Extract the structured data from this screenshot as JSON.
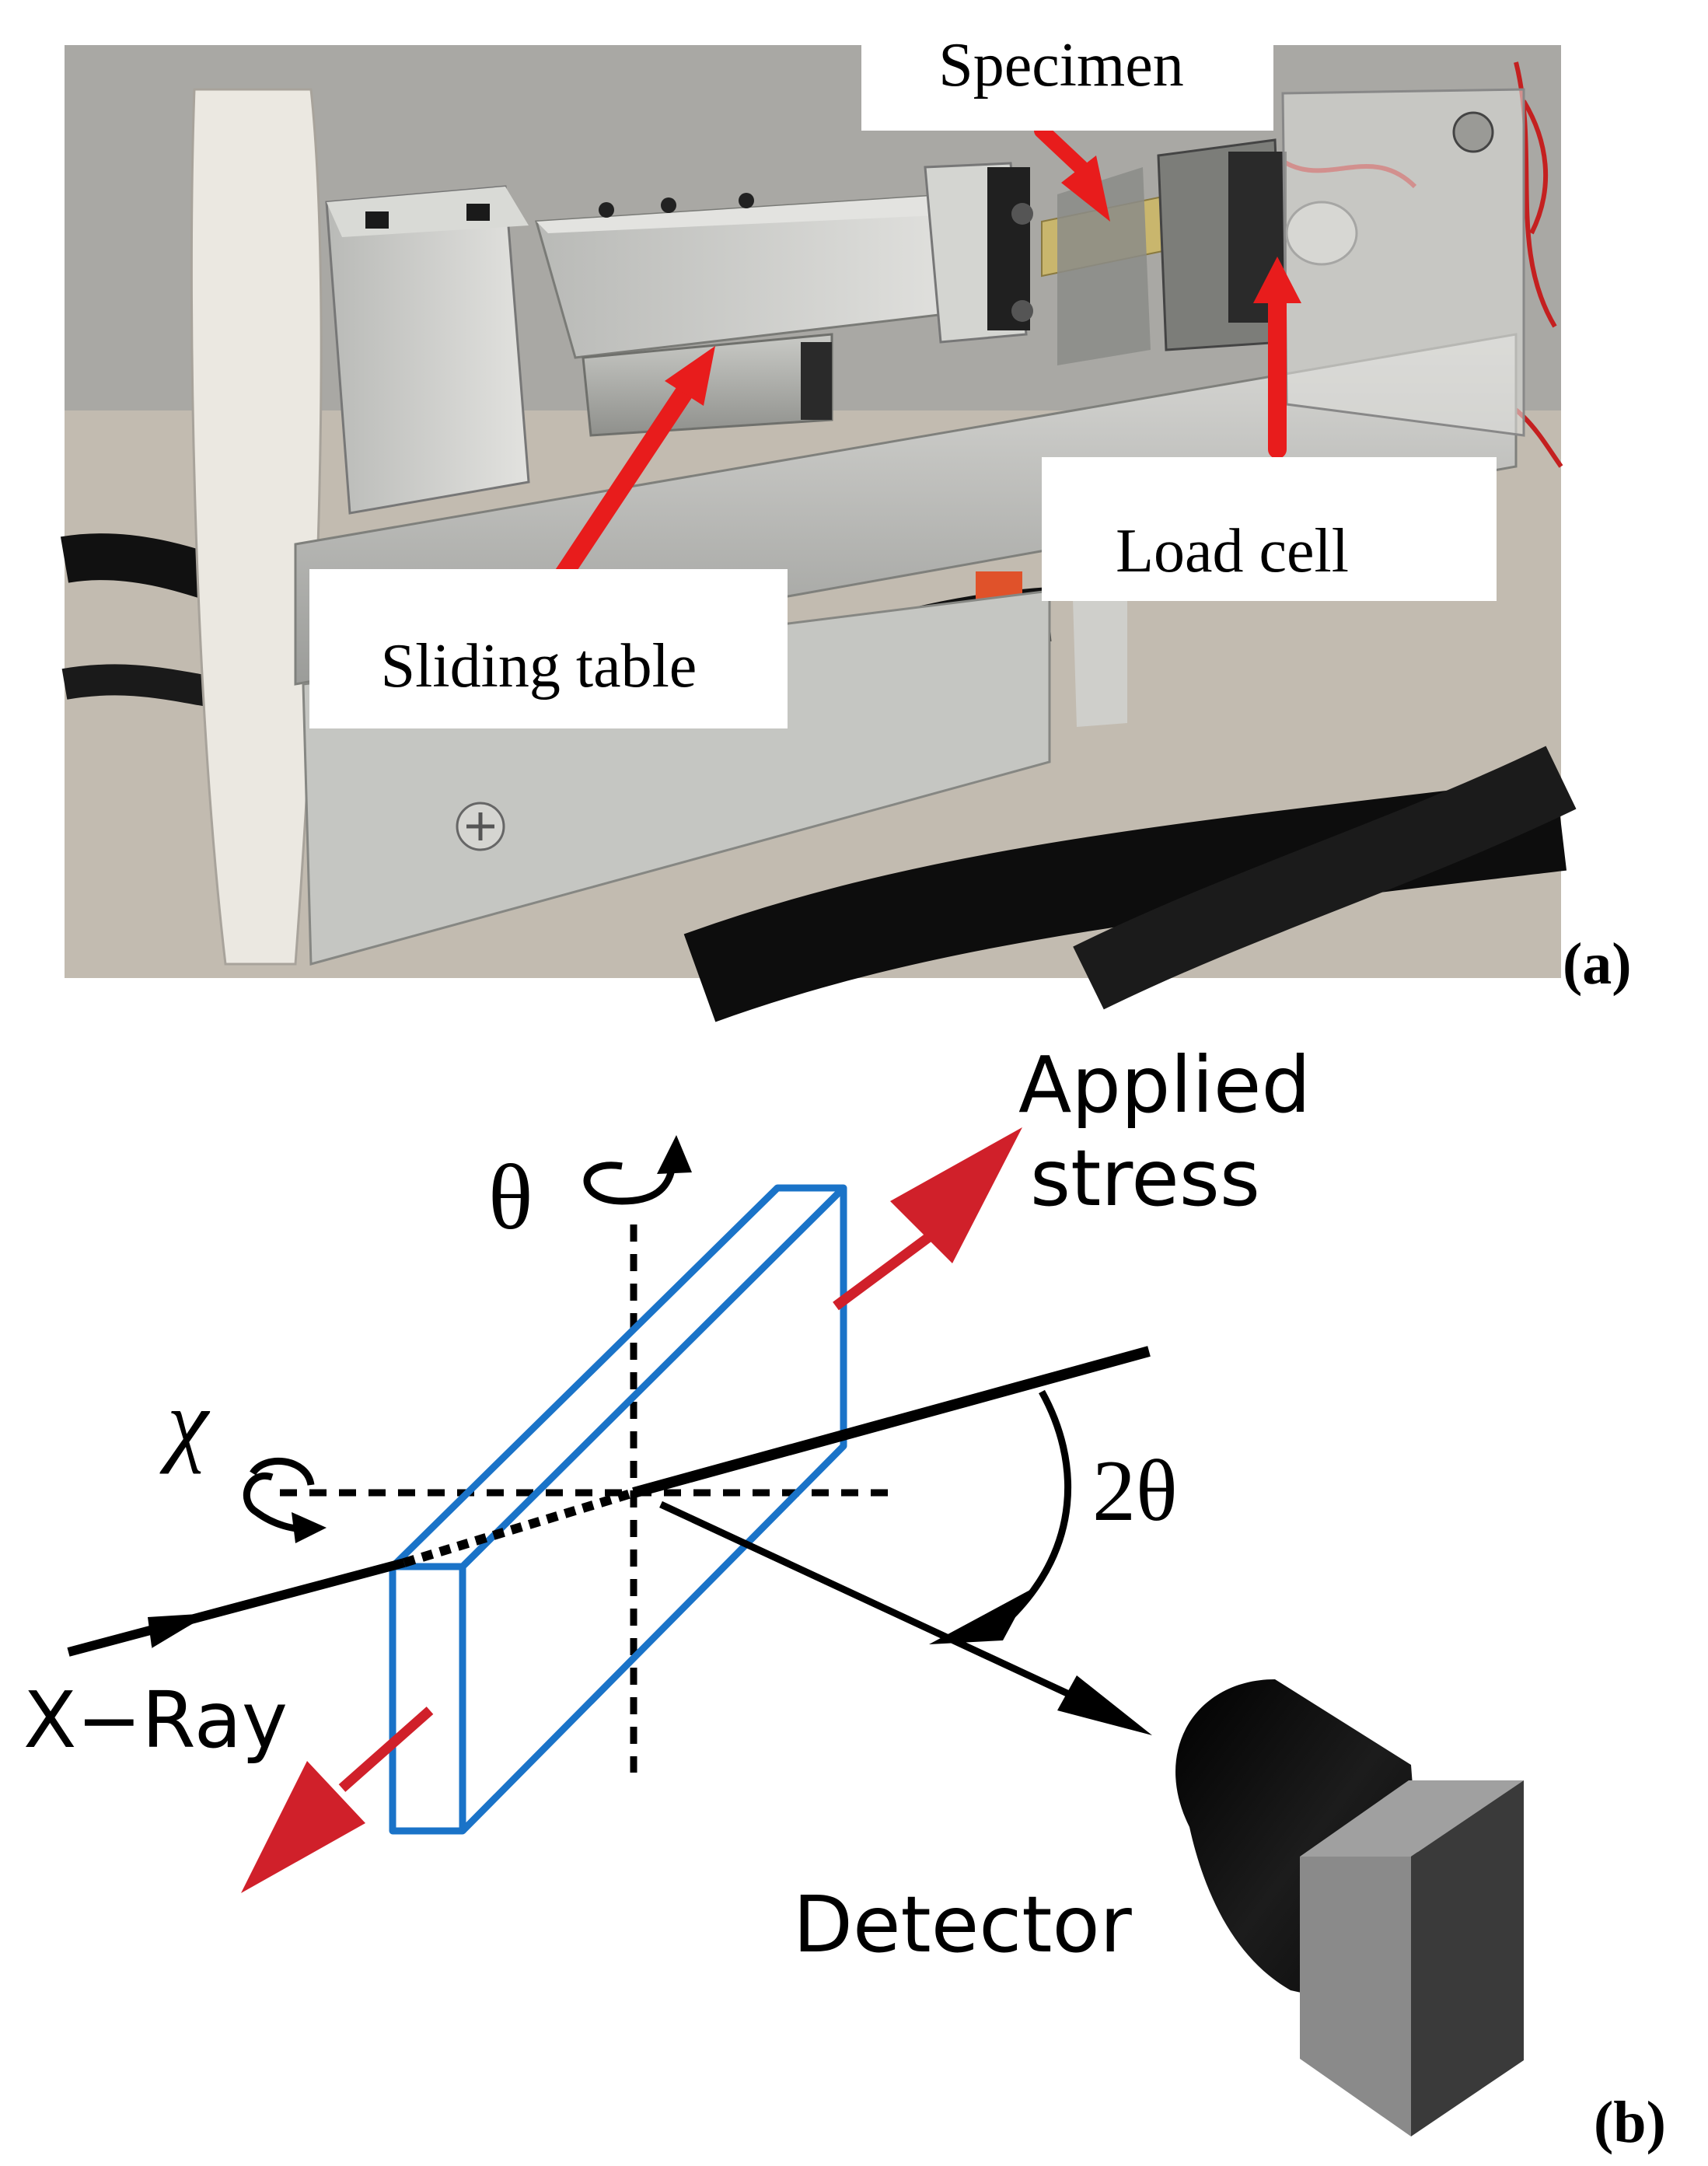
{
  "panel_a": {
    "label": "(a)",
    "callouts": {
      "specimen": "Specimen",
      "sliding_table": "Sliding table",
      "load_cell": "Load cell"
    }
  },
  "panel_b": {
    "label": "(b)",
    "labels": {
      "theta": "θ",
      "chi": "χ",
      "two_theta": "2θ",
      "applied_stress_line1": "Applied",
      "applied_stress_line2": "stress",
      "xray": "X−Ray",
      "detector": "Detector"
    }
  },
  "colors": {
    "stress_arrow": "#d0202a",
    "specimen_outline": "#1a73c8",
    "beam": "#000000",
    "detector_body": "#0a0a0a",
    "detector_box_top": "#a0a0a0",
    "detector_box_front": "#8a8a8a",
    "detector_box_side": "#3a3a3a"
  }
}
